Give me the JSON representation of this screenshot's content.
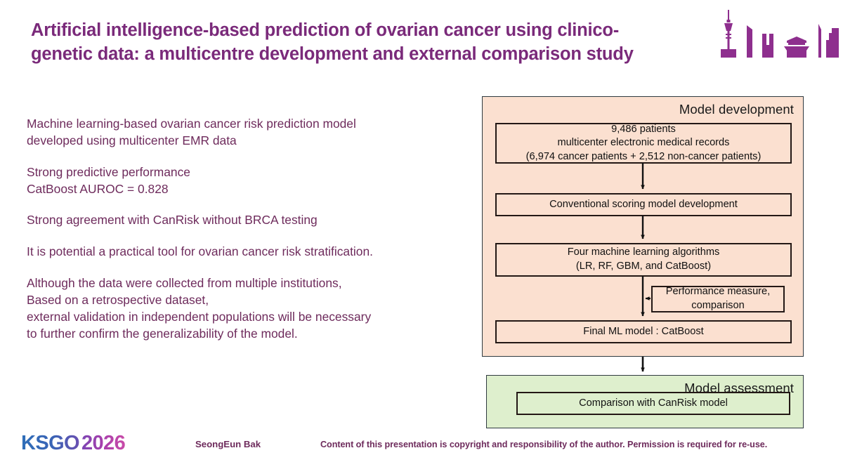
{
  "slide": {
    "title": "Artificial intelligence-based prediction of ovarian cancer using clinico-genetic data: a multicentre development and external comparison study",
    "accent_title_color": "#7A2A7A",
    "accent_body_color": "#6E2B5C"
  },
  "body": {
    "paragraphs": [
      "Machine learning-based  ovarian cancer risk prediction model\ndeveloped using multicenter  EMR data",
      "Strong predictive performance\nCatBoost AUROC  = 0.828",
      " Strong agreement with CanRisk  without BRCA testing",
      "It is potential a practical tool for ovarian cancer risk stratification.",
      "Although  the data were collected from multiple  institutions,\nBased on a retrospective dataset,\nexternal validation in independent  populations will be necessary\nto further confirm the generalizability  of the model."
    ]
  },
  "flowchart": {
    "development_panel": {
      "title": "Model development",
      "fill": "#FBE0D0",
      "boxes": [
        {
          "id": "cohort",
          "text": "9,486 patients\nmulticenter electronic medical records\n(6,974 cancer patients + 2,512 non-cancer patients)"
        },
        {
          "id": "conventional",
          "text": "Conventional scoring model development"
        },
        {
          "id": "algorithms",
          "text": "Four machine learning algorithms\n(LR, RF, GBM, and CatBoost)"
        },
        {
          "id": "performance",
          "text": "Performance measure,\ncomparison"
        },
        {
          "id": "final",
          "text": "Final ML model : CatBoost"
        }
      ]
    },
    "assessment_panel": {
      "title": "Model assessment",
      "fill": "#DEEFCD",
      "boxes": [
        {
          "id": "comparison",
          "text": "Comparison with CanRisk model"
        }
      ]
    }
  },
  "footer": {
    "logo_brand": "KSGO",
    "logo_year": "2026",
    "author": "SeongEun Bak",
    "copyright": "Content of this presentation is copyright and responsibility of the author. Permission is required for re-use."
  }
}
